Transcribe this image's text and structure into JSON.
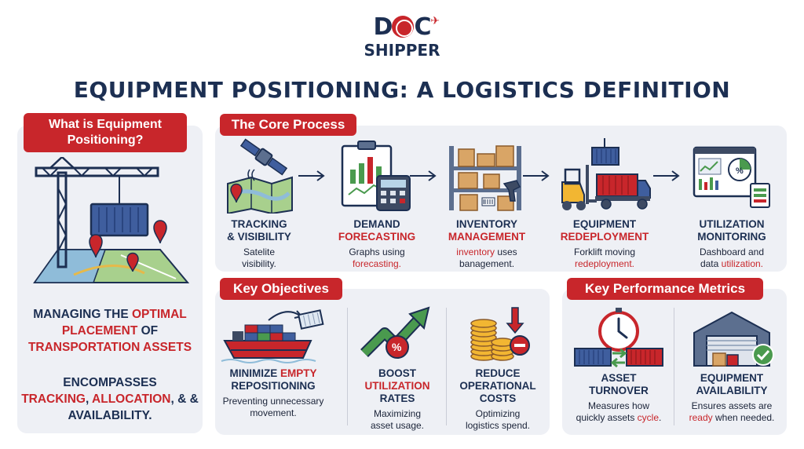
{
  "brand": {
    "logo_top": "DOC",
    "logo_bottom": "SHIPPER"
  },
  "title": "EQUIPMENT POSITIONING: A LOGISTICS DEFINITION",
  "definition": {
    "heading": "What is Equipment Positioning?",
    "text1": {
      "a": "MANAGING THE ",
      "b": "OPTIMAL PLACEMENT",
      "c": " OF ",
      "d": "TRANSPORTATION ASSETS"
    },
    "text2": {
      "a": "ENCOMPASSES ",
      "b": "TRACKING",
      "c": ", ",
      "d": "ALLOCATION",
      "e": ", & & AVAILABILITY."
    }
  },
  "core": {
    "heading": "The Core Process",
    "steps": [
      {
        "t1": "TRACKING",
        "t2": "& VISIBILITY",
        "d1": "Satelite",
        "d2": "visibility.",
        "icon": "satellite-map-icon"
      },
      {
        "t1": "DEMAND",
        "t2": "FORECASTING",
        "d1": "Graphs using",
        "d2": "forecasting.",
        "icon": "forecast-chart-icon"
      },
      {
        "t1": "INVENTORY",
        "t2": "MANAGEMENT",
        "d1": "inventory",
        "d1b": " uses",
        "d2": "banagement.",
        "icon": "warehouse-shelf-icon"
      },
      {
        "t1": "EQUIPMENT",
        "t2": "REDEPLOYMENT",
        "d1": "Forklift moving",
        "d2": "redeployment.",
        "icon": "forklift-truck-icon"
      },
      {
        "t1": "UTILIZATION",
        "t2": "MONITORING",
        "d1": "Dashboard and",
        "d2a": "data ",
        "d2b": "utilization.",
        "icon": "dashboard-monitor-icon"
      }
    ]
  },
  "objectives": {
    "heading": "Key Objectives",
    "items": [
      {
        "t1a": "MINIMIZE ",
        "t1b": "EMPTY",
        "t2": "REPOSITIONING",
        "d1": "Preventing unnecessary",
        "d2": "movement.",
        "icon": "cargo-ship-icon"
      },
      {
        "t1": "BOOST",
        "t2": "UTILIZATION",
        "t3": "RATES",
        "d1": "Maximizing",
        "d2": "asset usage.",
        "icon": "growth-arrow-icon"
      },
      {
        "t1": "REDUCE",
        "t2": "OPERATIONAL",
        "t3": "COSTS",
        "d1": "Optimizing",
        "d2": "logistics spend.",
        "icon": "coins-down-icon"
      }
    ]
  },
  "kpis": {
    "heading": "Key Performance Metrics",
    "items": [
      {
        "t1": "ASSET",
        "t2": "TURNOVER",
        "d1": "Measures how",
        "d2a": "quickly assets ",
        "d2b": "cycle",
        "d2c": ".",
        "icon": "clock-containers-icon"
      },
      {
        "t1": "EQUIPMENT",
        "t2": "AVAILABILITY",
        "d1": "Ensures assets are",
        "d2a": "ready",
        "d2b": " when needed.",
        "icon": "warehouse-check-icon"
      }
    ]
  }
}
